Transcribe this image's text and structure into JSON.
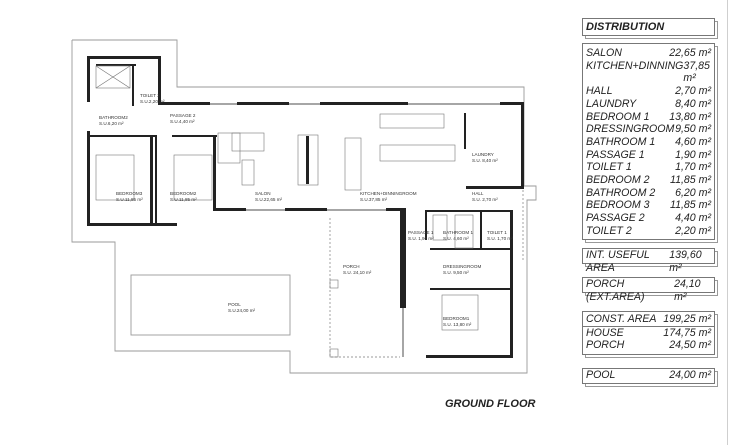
{
  "plan_title": "GROUND FLOOR",
  "rooms": {
    "bathroom2": {
      "name": "BATHROOM2",
      "area": "S.U.6,20 m²"
    },
    "toilet2": {
      "name": "TOILET 2",
      "area": "S.U.2,20 m²"
    },
    "passage2": {
      "name": "PASSAGE 2",
      "area": "S.U.4,40 m²"
    },
    "bedroom3": {
      "name": "BEDROOM3",
      "area": "S.U.11,85 m²"
    },
    "bedroom2": {
      "name": "BEDROOM2",
      "area": "S.U.11,85 m²"
    },
    "salon": {
      "name": "SALON",
      "area": "S.U.22,65 m²"
    },
    "kitchen": {
      "name": "KITCHEN+DINNINGROOM",
      "area": "S.U.37,85 m²"
    },
    "laundry": {
      "name": "LAUNDRY",
      "area": "S.U. 8,40 m²"
    },
    "hall": {
      "name": "HALL",
      "area": "S.U. 2,70 m²"
    },
    "passage1": {
      "name": "PASSAGE 1",
      "area": "S.U. 1,90 m²"
    },
    "bathroom1": {
      "name": "BATHROOM 1",
      "area": "S.U. 4,60 m²"
    },
    "toilet1": {
      "name": "TOILET 1",
      "area": "S.U. 1,70 m²"
    },
    "porch": {
      "name": "PORCH",
      "area": "S.U. 24,10 m²"
    },
    "dressing": {
      "name": "DRESSINGROOM",
      "area": "S.U. 9,50 m²"
    },
    "pool": {
      "name": "POOL",
      "area": "S.U.24,00 m²"
    },
    "bedroom1": {
      "name": "BEDROOM1",
      "area": "S.U. 13,80 m²"
    }
  },
  "distribution": {
    "title": "DISTRIBUTION",
    "items": [
      {
        "label": "SALON",
        "value": "22,65 m²"
      },
      {
        "label": "KITCHEN+DINNING",
        "value": "37,85 m²"
      },
      {
        "label": "HALL",
        "value": "2,70 m²"
      },
      {
        "label": "LAUNDRY",
        "value": "8,40 m²"
      },
      {
        "label": "BEDROOM 1",
        "value": "13,80 m²"
      },
      {
        "label": "DRESSINGROOM",
        "value": "9,50 m²"
      },
      {
        "label": "BATHROOM 1",
        "value": "4,60 m²"
      },
      {
        "label": "PASSAGE 1",
        "value": "1,90 m²"
      },
      {
        "label": "TOILET 1",
        "value": "1,70 m²"
      },
      {
        "label": "BEDROOM 2",
        "value": "11,85 m²"
      },
      {
        "label": "BATHROOM 2",
        "value": "6,20 m²"
      },
      {
        "label": "BEDROOM 3",
        "value": "11,85 m²"
      },
      {
        "label": "PASSAGE 2",
        "value": "4,40 m²"
      },
      {
        "label": "TOILET 2",
        "value": "2,20 m²"
      }
    ],
    "int_useful": {
      "label": "INT. USEFUL AREA",
      "value": "139,60 m²"
    },
    "porch_ext": {
      "label": "PORCH (EXT.AREA)",
      "value": "24,10 m²"
    },
    "const": [
      {
        "label": "CONST. AREA",
        "value": "199,25 m²"
      },
      {
        "label": "HOUSE",
        "value": "174,75 m²"
      },
      {
        "label": "PORCH",
        "value": "24,50 m²"
      }
    ],
    "pool": {
      "label": "POOL",
      "value": "24,00 m²"
    }
  }
}
